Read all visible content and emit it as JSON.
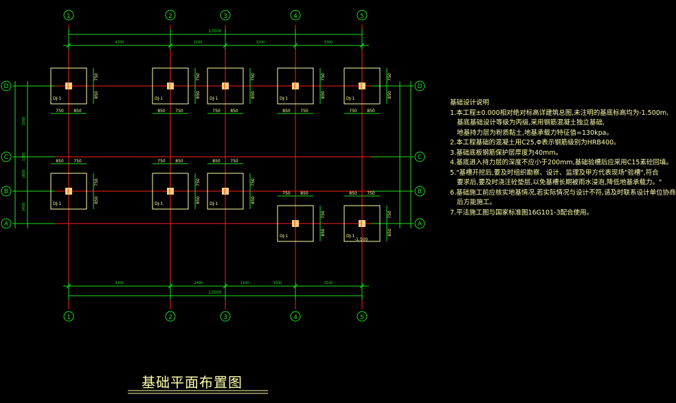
{
  "title": "基础平面布置图",
  "colors": {
    "axis": "#ff2020",
    "dim": "#20e020",
    "footing": "#ffffaa",
    "column": "#ffd27f",
    "bubble": "#20e020",
    "text": "#ffffaa"
  },
  "axes": {
    "top_labels": [
      "1",
      "2",
      "3",
      "4",
      "5"
    ],
    "bottom_labels": [
      "1",
      "2",
      "3",
      "4",
      "5"
    ],
    "left_labels": [
      "D",
      "C",
      "B",
      "A"
    ],
    "right_labels": [
      "D",
      "C",
      "B",
      "A"
    ]
  },
  "dims": {
    "top_total": "13500",
    "top_segments": [
      "4200",
      "2100",
      "3200",
      "3300"
    ],
    "bottom_total": "13500",
    "bottom_segments": [
      "4200",
      "2400",
      "1100",
      "1500",
      "3100"
    ],
    "left_segments": [
      "3300",
      "1200",
      "1800",
      "2400"
    ],
    "right_segments": []
  },
  "footing_label": "DJ-1",
  "footing_dims": {
    "a": "750",
    "b": "850"
  },
  "level_mark": "-1.500",
  "notes": {
    "heading": "基础设计说明",
    "items": [
      "1.本工程±0.000相对绝对标高详建筑总图,未注明的基底标高均为-1.500m,",
      "基底基础设计等级为丙级,采用钢筋混凝土独立基础,",
      "地基持力层为粉质黏土,地基承载力特征值=130kpa。",
      "2.本工程基础的混凝土用C25,Φ表示钢筋级别为HRB400。",
      "3.基础底板钢筋保护层厚度为40mm。",
      "4.基底进入持力层的深度不应小于200mm,基础验槽后应采用C15素砼回填。",
      "5.\"基槽开挖后,要及时组织勘察、设计、监理及甲方代表现场\"验槽\",符合",
      "要求后,要及时浇注砼垫层,以免基槽长期被雨水浸泡,降低地基承载力。\"",
      "6.基础施工前应核实地基情况,若实际情况与设计不符,请及时联系设计单位协商",
      "后方能施工。",
      "7.平法施工图与国家标准图16G101-3配合使用。"
    ]
  }
}
